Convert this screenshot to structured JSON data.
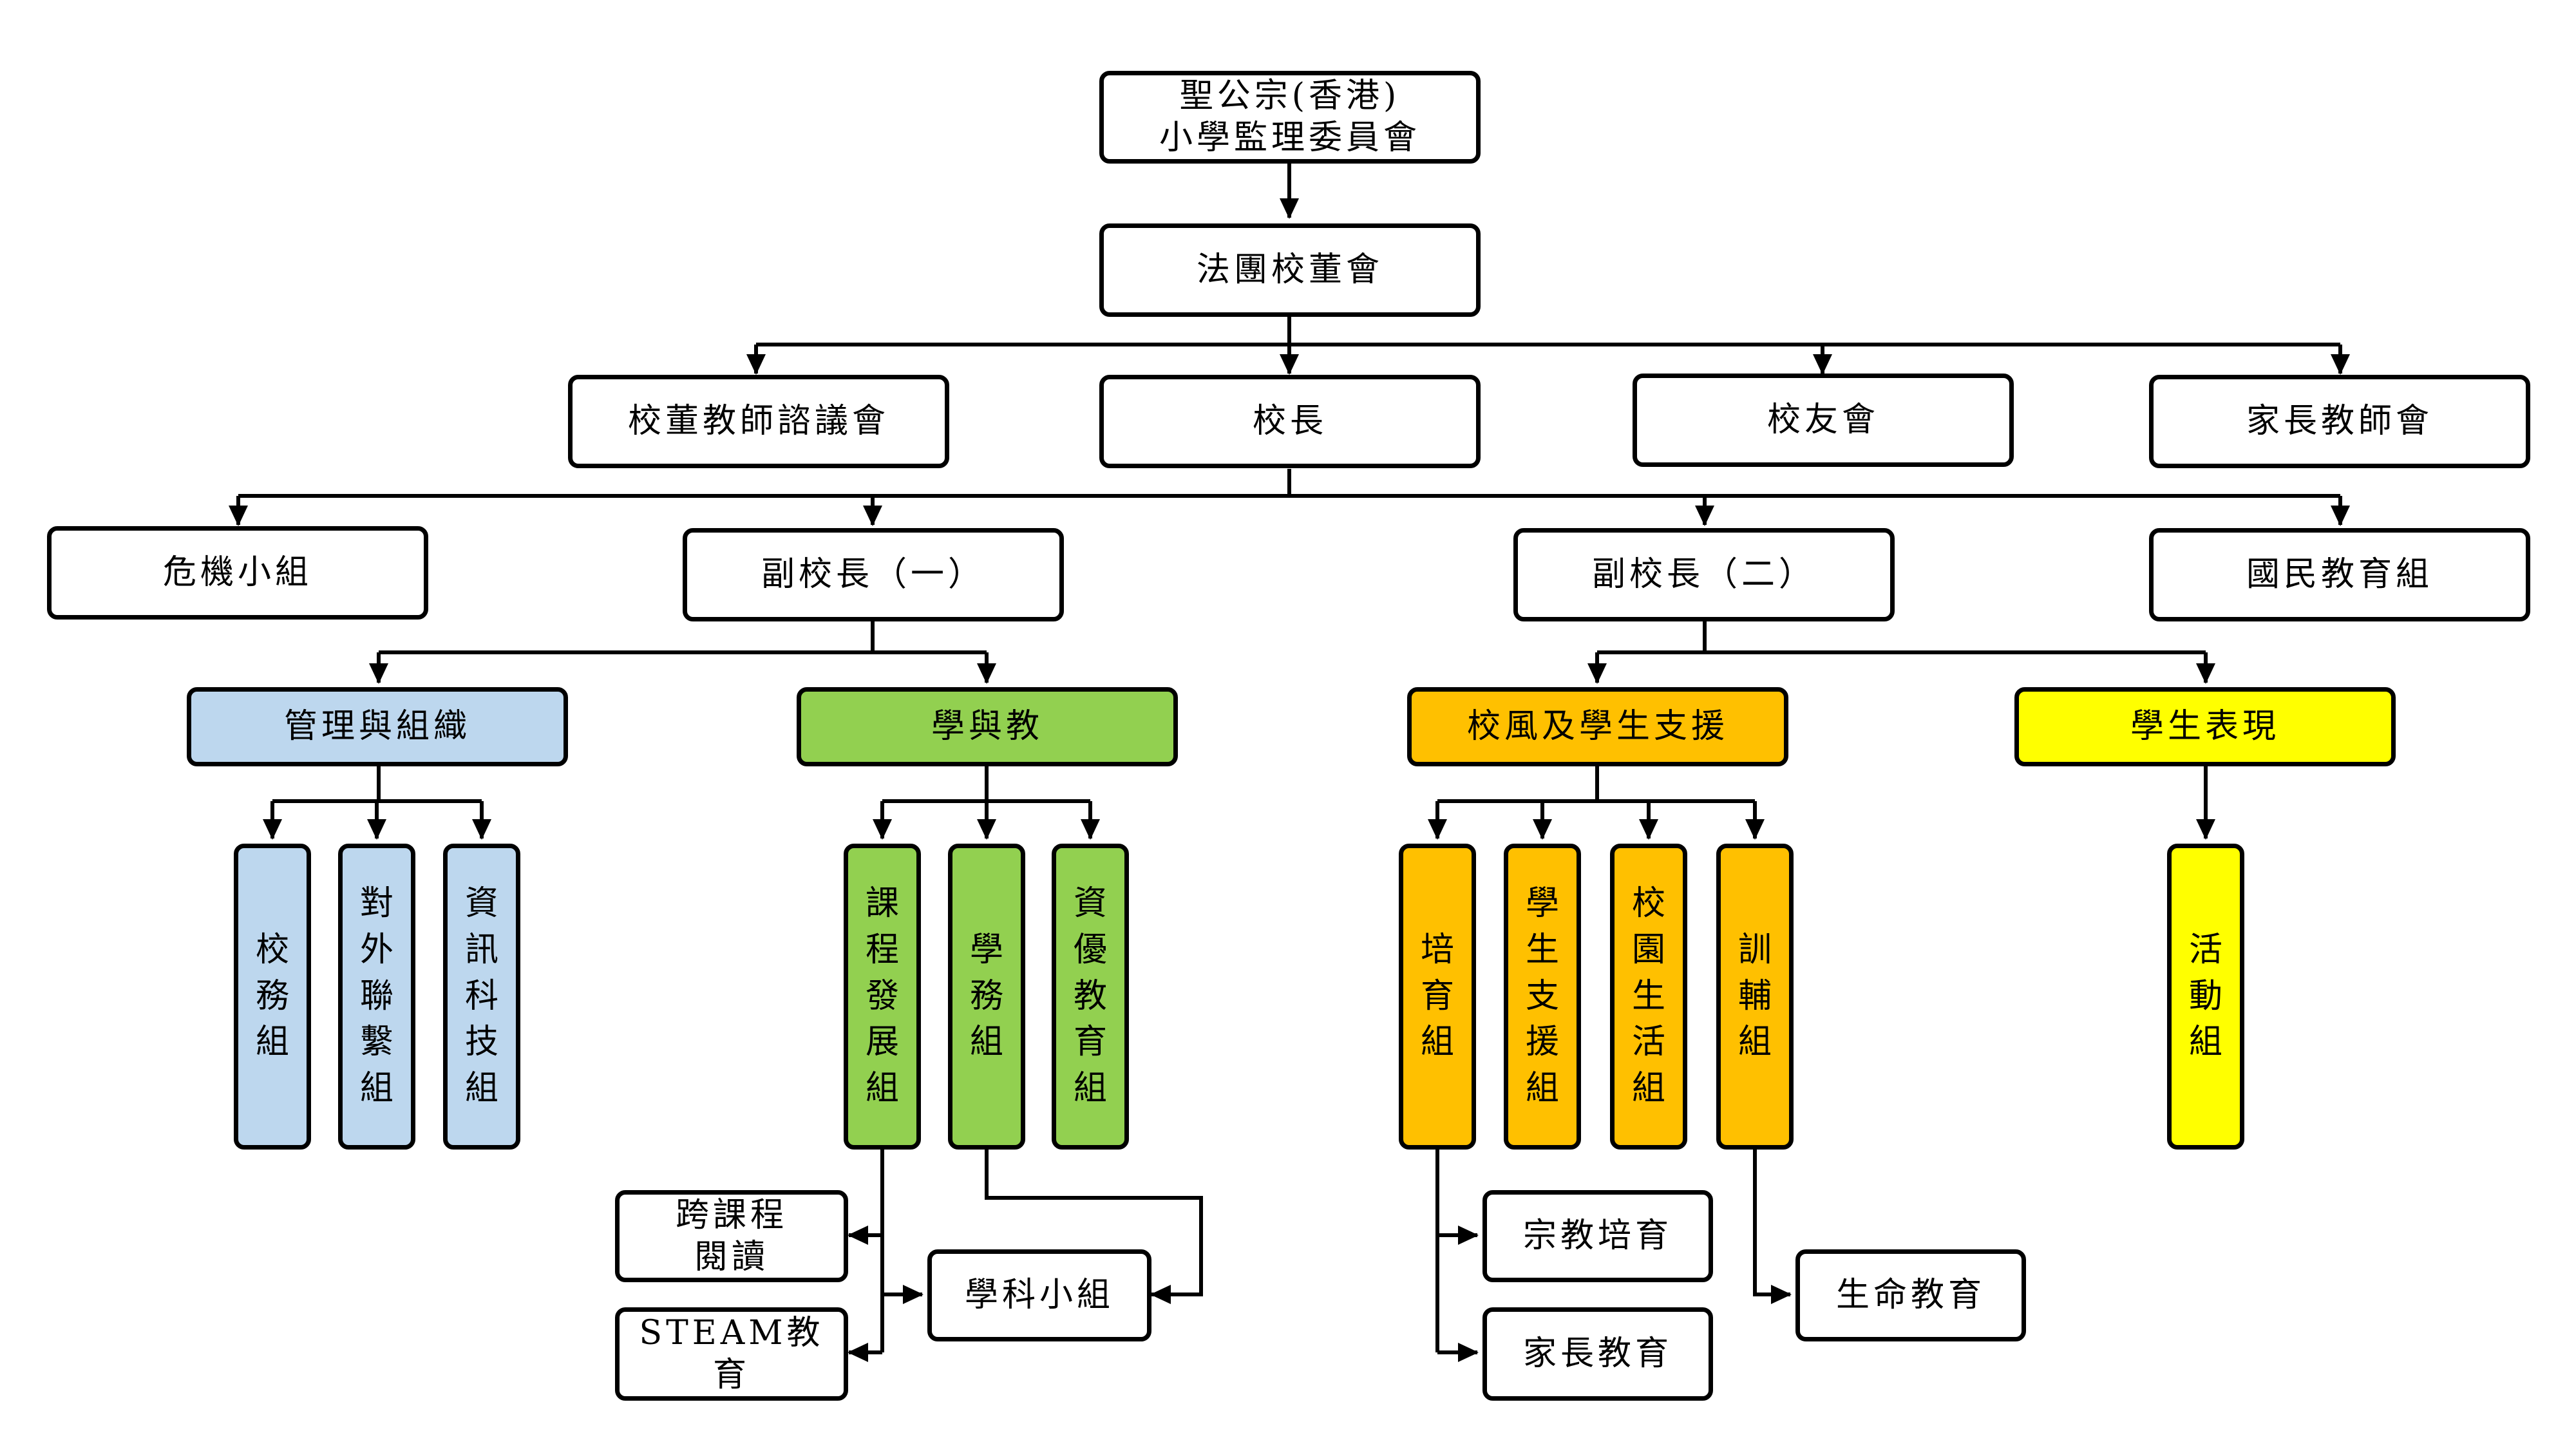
{
  "nodes": {
    "council": "聖公宗(香港)\n小學監理委員會",
    "board": "法團校董會",
    "consult": "校董教師諮議會",
    "principal": "校長",
    "alumni": "校友會",
    "pta": "家長教師會",
    "crisis": "危機小組",
    "vp1": "副校長（一）",
    "vp2": "副校長（二）",
    "national": "國民教育組",
    "mgmt": "管理與組織",
    "learn": "學與教",
    "ethos": "校風及學生支援",
    "perf": "學生表現",
    "school_affairs": "校務組",
    "external": "對外聯繫組",
    "it": "資訊科技組",
    "curriculum": "課程發展組",
    "academic": "學務組",
    "gifted": "資優教育組",
    "nurture": "培育組",
    "support": "學生支援組",
    "campus": "校園生活組",
    "discipline": "訓輔組",
    "activities": "活動組",
    "reading": "跨課程\n閱讀",
    "steam": "STEAM教育",
    "subject": "學科小組",
    "religious": "宗教培育",
    "parent_edu": "家長教育",
    "life_edu": "生命教育"
  },
  "colors": {
    "mgmt": "#bdd7ee",
    "learn": "#92d050",
    "ethos": "#ffc000",
    "perf": "#ffff00",
    "line": "#000000"
  }
}
